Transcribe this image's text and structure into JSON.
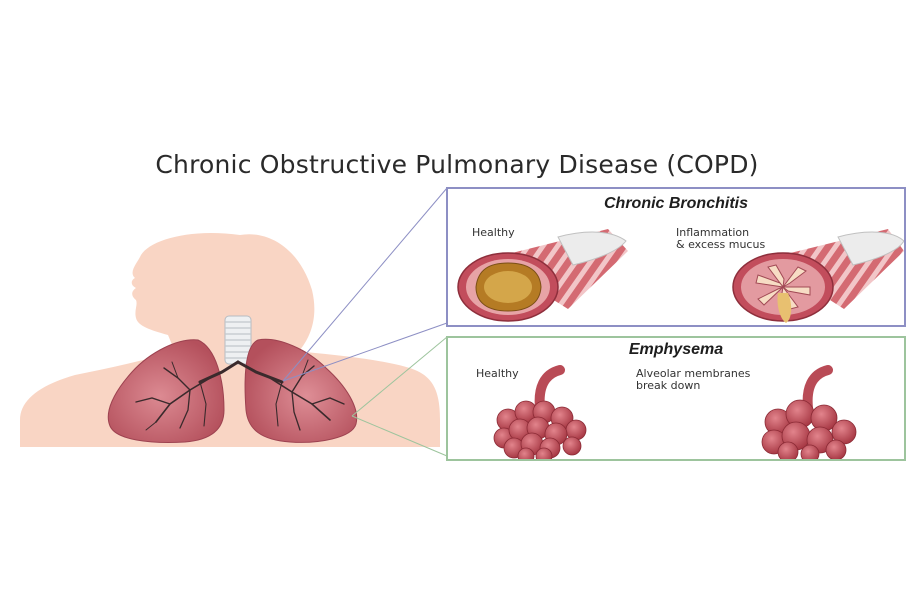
{
  "title": "Chronic Obstructive Pulmonary Disease (COPD)",
  "chronic_bronchitis": {
    "heading": "Chronic Bronchitis",
    "healthy_label": "Healthy",
    "diseased_label": "Inflammation\n& excess mucus"
  },
  "emphysema": {
    "heading": "Emphysema",
    "healthy_label": "Healthy",
    "diseased_label": "Alveolar membranes\nbreak down"
  },
  "colors": {
    "skin": "#f9d5c4",
    "lung": "#c8606b",
    "airway": "#e8c5c8",
    "mucus": "#e8c070",
    "bronchitis_border": "#8d8fc4",
    "emphysema_border": "#9dc49d"
  }
}
